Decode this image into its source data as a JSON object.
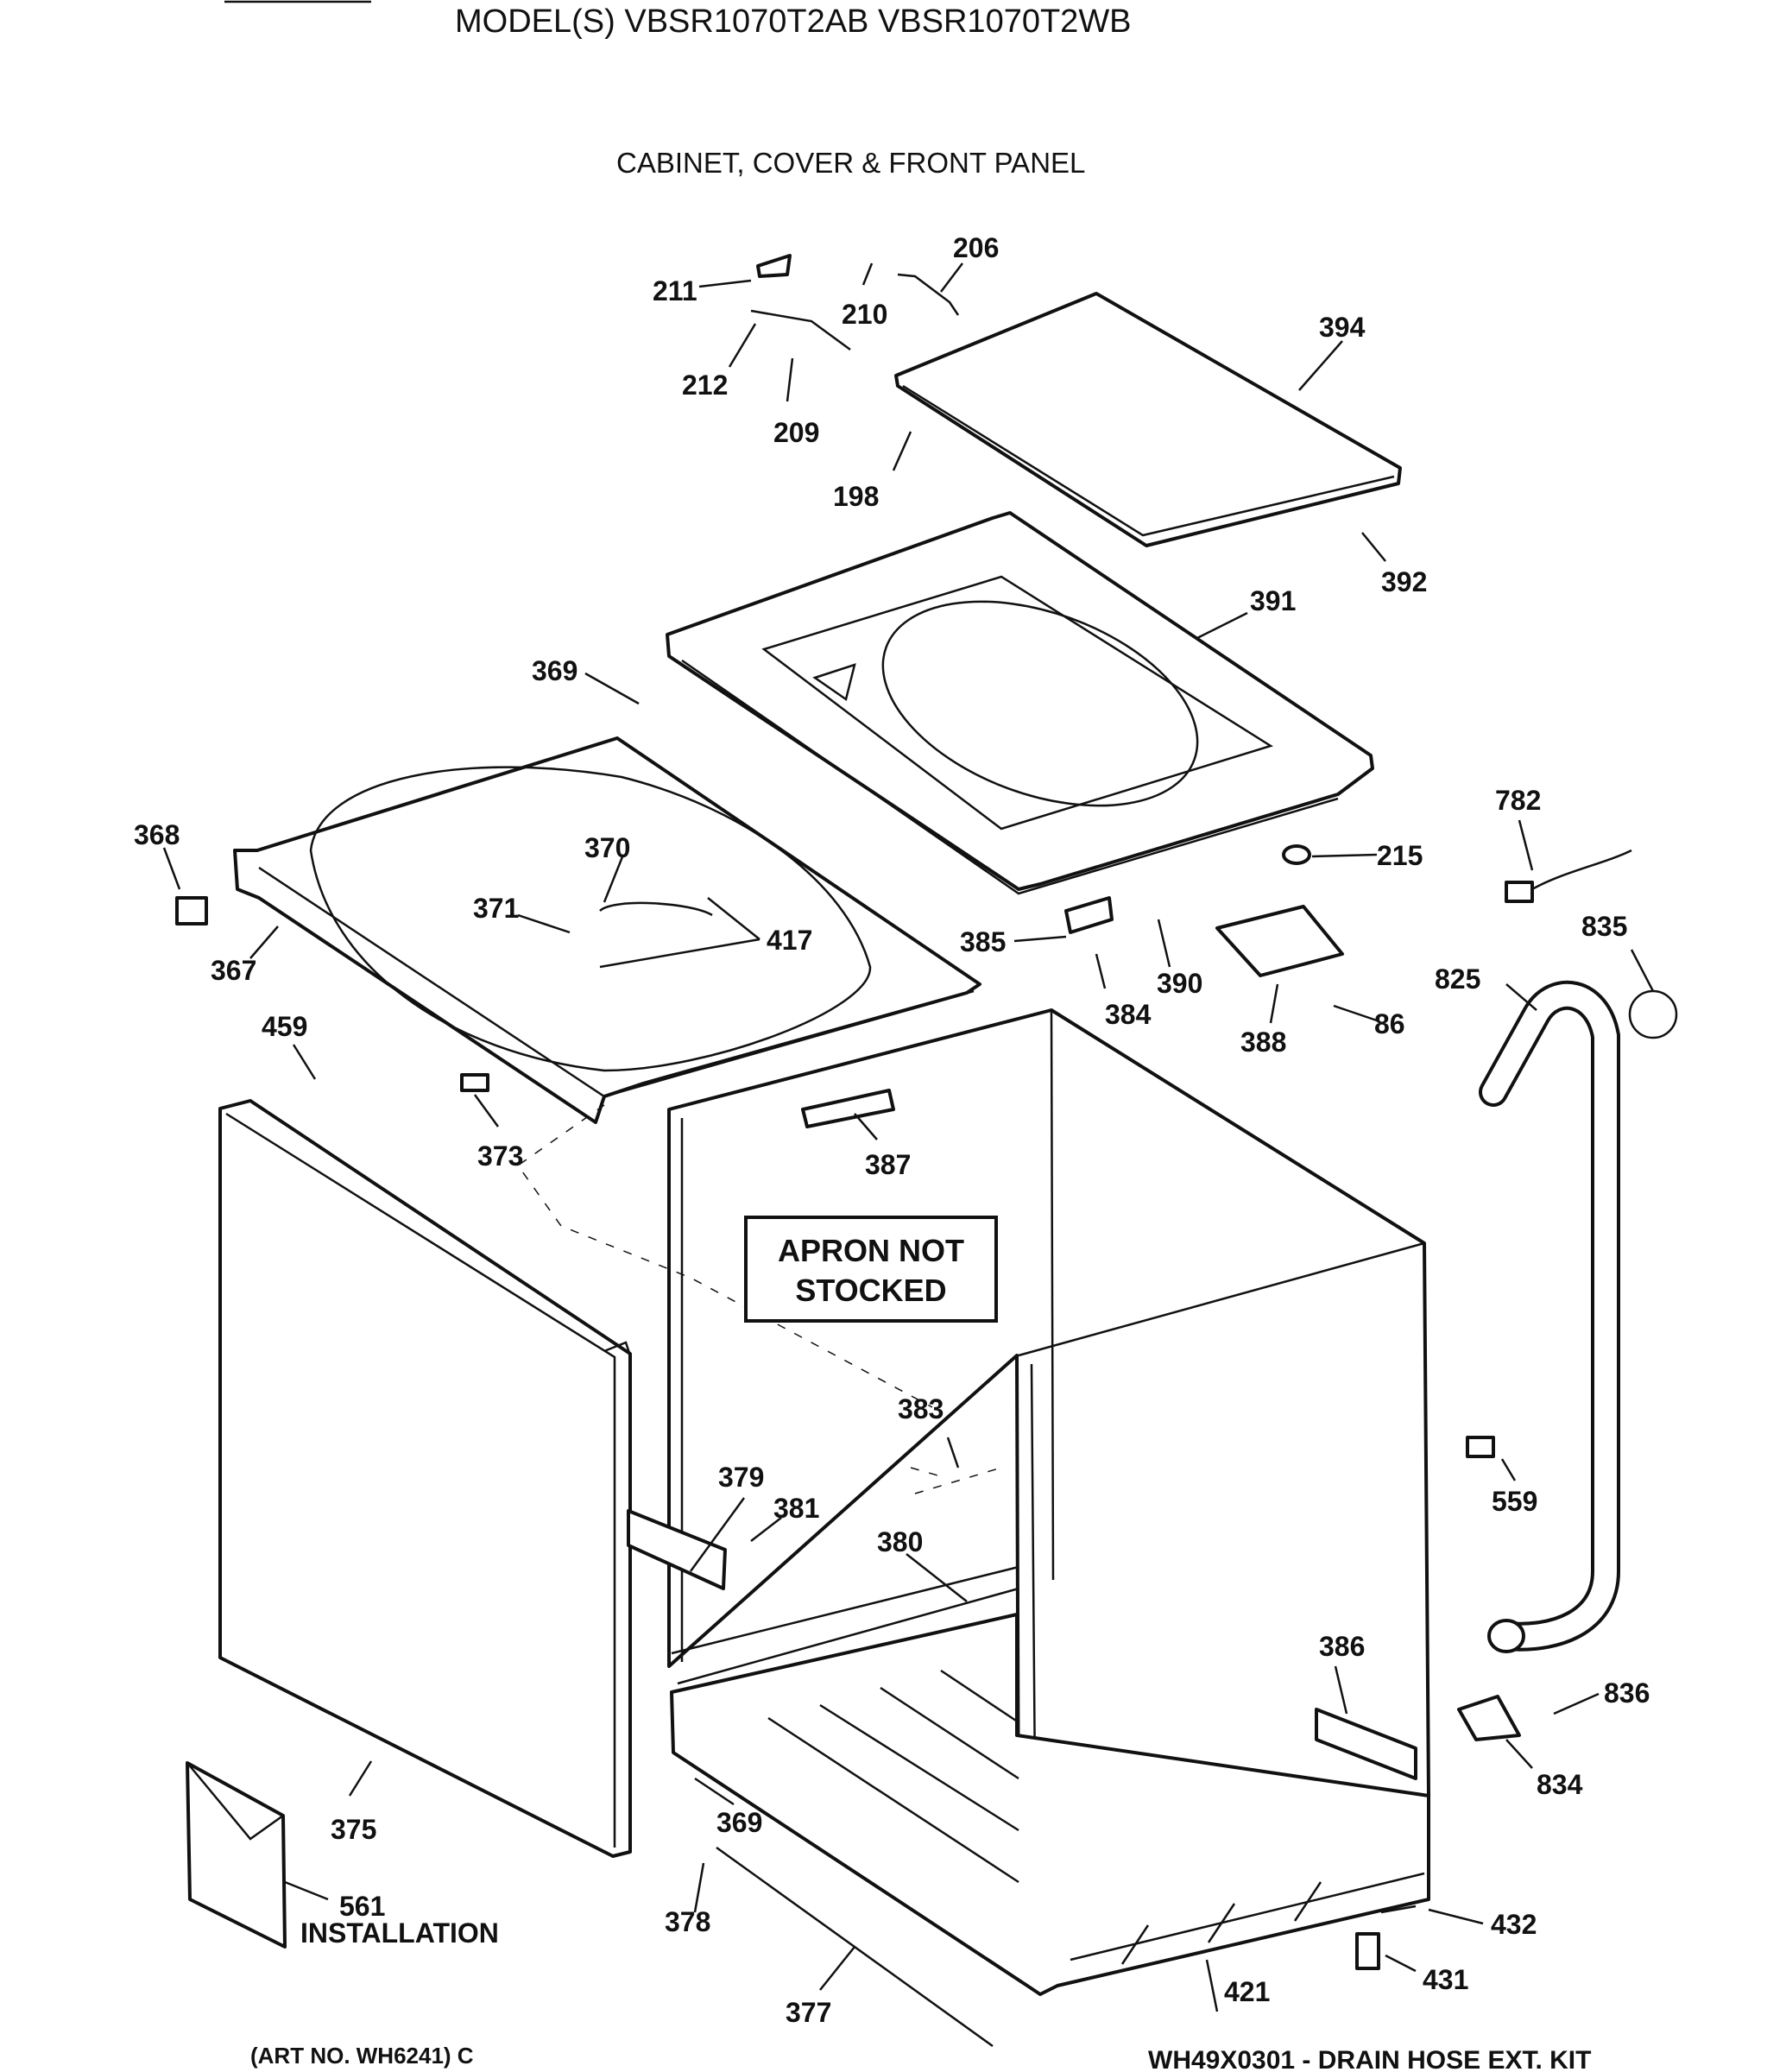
{
  "header": {
    "model_line": "MODEL(S) VBSR1070T2AB  VBSR1070T2WB",
    "section_title": "CABINET, COVER & FRONT PANEL"
  },
  "notice": {
    "line1": "APRON NOT",
    "line2": "STOCKED"
  },
  "parts": {
    "p86": "86",
    "p198": "198",
    "p206": "206",
    "p209": "209",
    "p210": "210",
    "p211": "211",
    "p212": "212",
    "p215": "215",
    "p367": "367",
    "p368": "368",
    "p369a": "369",
    "p369b": "369",
    "p370": "370",
    "p371": "371",
    "p373": "373",
    "p375": "375",
    "p377": "377",
    "p378": "378",
    "p379": "379",
    "p380": "380",
    "p381": "381",
    "p383": "383",
    "p384": "384",
    "p385": "385",
    "p386": "386",
    "p387": "387",
    "p388": "388",
    "p390": "390",
    "p391": "391",
    "p392": "392",
    "p394": "394",
    "p417": "417",
    "p421": "421",
    "p431": "431",
    "p432": "432",
    "p459": "459",
    "p559": "559",
    "p561": "561",
    "p782": "782",
    "p825": "825",
    "p834": "834",
    "p835": "835",
    "p836": "836"
  },
  "installation_label": "INSTALLATION",
  "footer": {
    "art_number": "(ART NO. WH6241) C",
    "kit_note": "WH49X0301 - DRAIN HOSE EXT. KIT"
  }
}
